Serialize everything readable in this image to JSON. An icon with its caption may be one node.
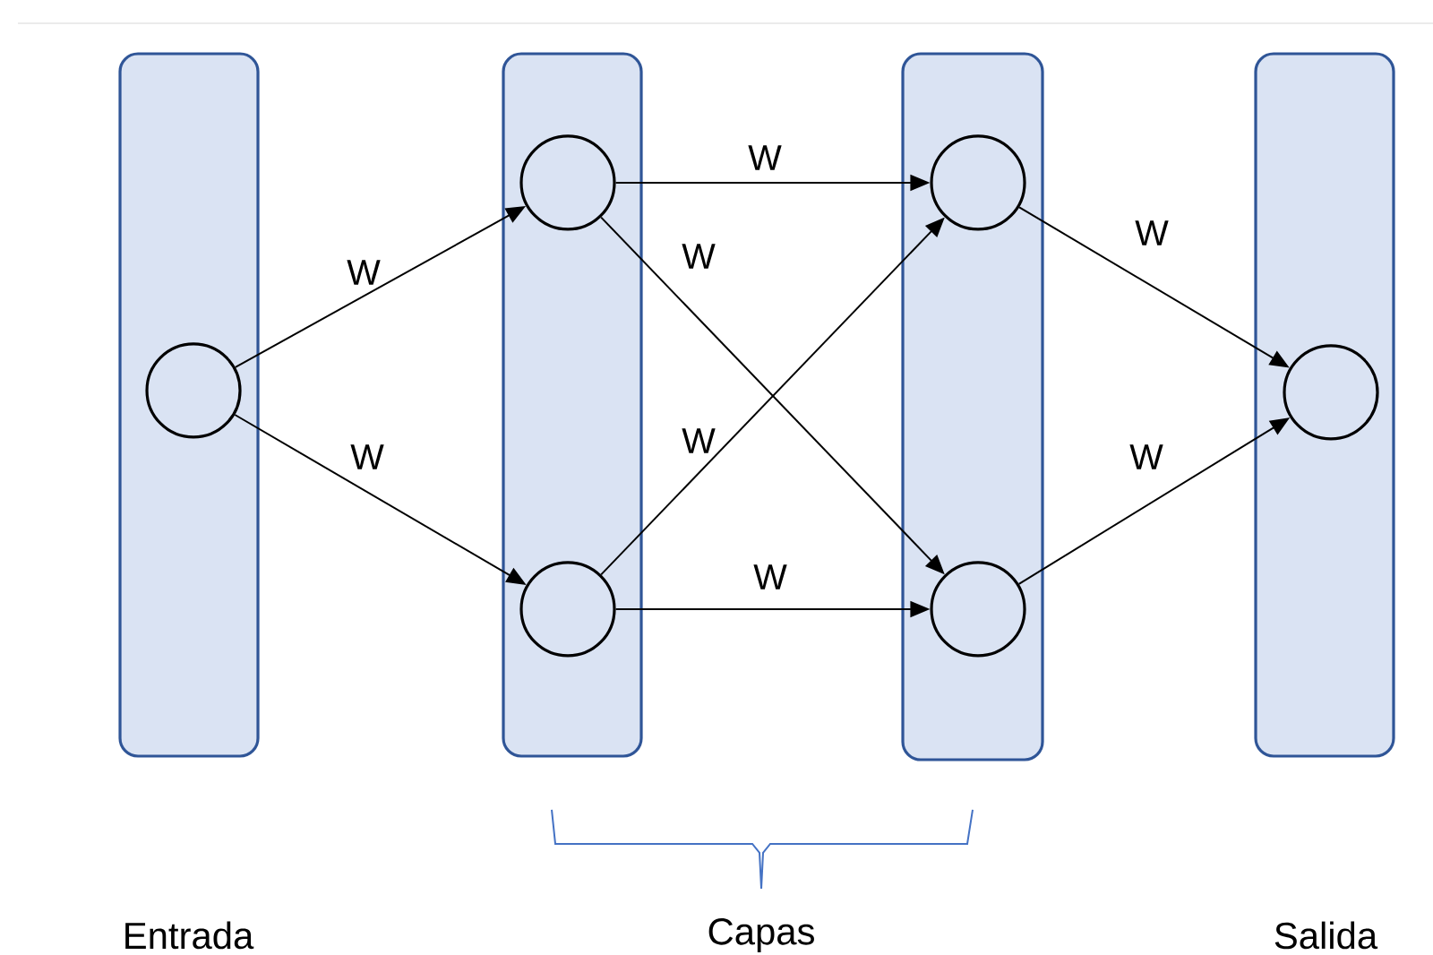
{
  "diagram": {
    "nodes": [
      {
        "text": [],
        "shape": "bar"
      },
      {
        "text": [],
        "shape": "circle",
        "in": 0
      },
      {
        "text": [],
        "shape": "bar"
      },
      {
        "text": [],
        "shape": "circle",
        "in": 2
      },
      {
        "text": [],
        "shape": "circle",
        "in": 2
      },
      {
        "text": [],
        "shape": "bar"
      },
      {
        "text": [],
        "shape": "circle",
        "in": 5
      },
      {
        "text": [],
        "shape": "circle",
        "in": 5
      },
      {
        "text": [],
        "shape": "bar"
      },
      {
        "text": [],
        "shape": "circle",
        "in": 8
      }
    ],
    "edges": [
      {
        "from": 1,
        "to": 3,
        "arrow": "to",
        "label": "W"
      },
      {
        "from": 1,
        "to": 4,
        "arrow": "to",
        "label": "W"
      },
      {
        "from": 3,
        "to": 6,
        "arrow": "to",
        "label": "W"
      },
      {
        "from": 3,
        "to": 7,
        "arrow": "to",
        "label": "W"
      },
      {
        "from": 4,
        "to": 6,
        "arrow": "to",
        "label": "W"
      },
      {
        "from": 4,
        "to": 7,
        "arrow": "to",
        "label": "W"
      },
      {
        "from": 6,
        "to": 9,
        "arrow": "to",
        "label": "W"
      },
      {
        "from": 7,
        "to": 9,
        "arrow": "to",
        "label": "W"
      }
    ],
    "labels": [
      "Entrada",
      "Capas",
      "Salida"
    ]
  }
}
